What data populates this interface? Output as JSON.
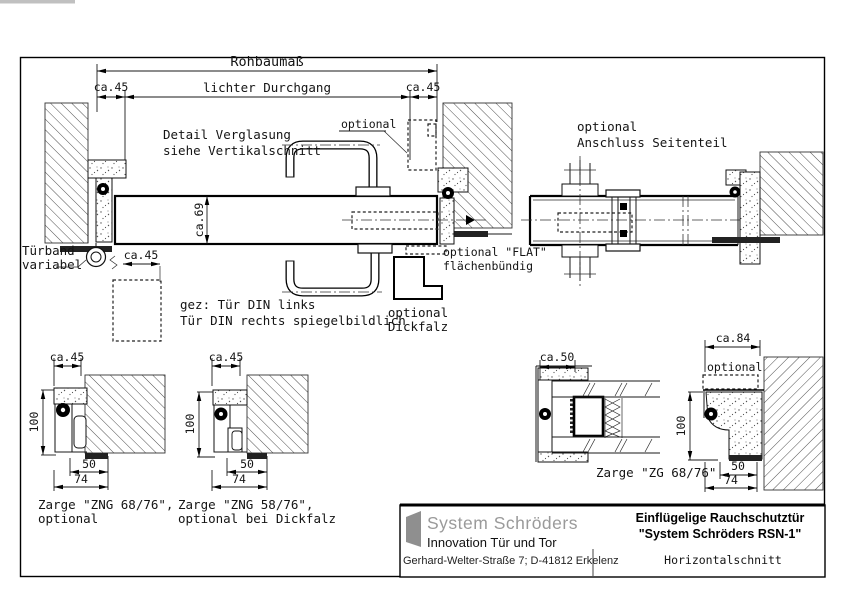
{
  "page": {
    "top_strip_color": "#c0c0c0"
  },
  "main": {
    "dims": {
      "rohbaumass": "Rohbaumaß",
      "lichter": "lichter Durchgang",
      "ca45_left": "ca.45",
      "ca45_right": "ca.45",
      "ca69": "ca.69",
      "ca45_hinge": "ca.45"
    },
    "notes": {
      "verglasung1": "Detail Verglasung",
      "verglasung2": "siehe Vertikalschnitt",
      "optional_top": "optional",
      "tuerband1": "Türband",
      "tuerband2": "variabel",
      "gez1": "gez: Tür DIN links",
      "gez2": "Tür DIN rechts spiegelbildlich",
      "flat1": "optional \"FLAT\"",
      "flat2": "flächenbündig",
      "dickfalz1": "optional",
      "dickfalz2": "Dickfalz"
    }
  },
  "side_panel": {
    "title1": "optional",
    "title2": "Anschluss Seitenteil"
  },
  "details": [
    {
      "dim_top": "ca.45",
      "dim_h": "100",
      "dim_a": "50",
      "dim_b": "74",
      "cap1": "Zarge \"ZNG 68/76\",",
      "cap2": "optional"
    },
    {
      "dim_top": "ca.45",
      "dim_h": "100",
      "dim_a": "50",
      "dim_b": "74",
      "cap1": "Zarge \"ZNG 58/76\",",
      "cap2": "optional bei Dickfalz"
    },
    {
      "dim_top": "ca.50",
      "cap1": "Zarge \"ZG 68/76\""
    },
    {
      "dim_top": "ca.84",
      "dim_h": "100",
      "dim_a": "50",
      "dim_b": "74",
      "optional": "optional"
    }
  ],
  "title_block": {
    "company": "System Schröders",
    "tagline": "Innovation Tür und Tor",
    "address": "Gerhard-Welter-Straße 7;  D-41812 Erkelenz",
    "doc_title1": "Einflügelige Rauchschutztür",
    "doc_title2": "\"System Schröders RSN-1\"",
    "doc_subtitle": "Horizontalschnitt"
  }
}
